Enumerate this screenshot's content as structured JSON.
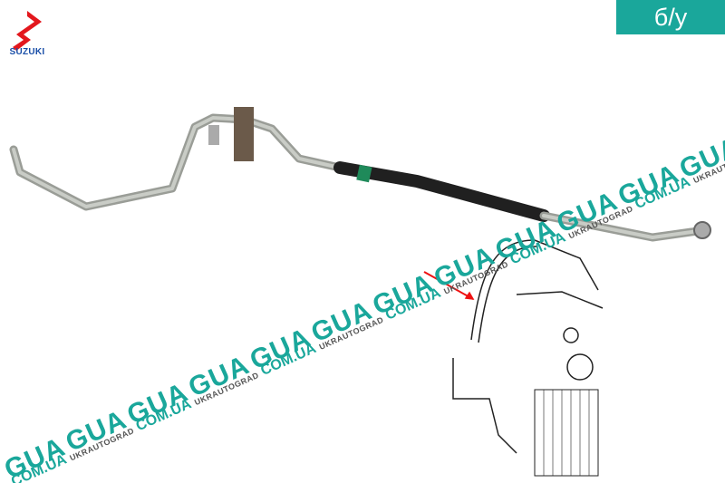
{
  "brand": {
    "logo_text": "SUZUKI",
    "logo_color": "#e3171d"
  },
  "badge": {
    "label": "б/у",
    "color": "#1aa79b"
  },
  "watermark": {
    "big": "GUA",
    "domain": "COM.UA",
    "small": "UKRAUTOGRAD"
  },
  "product": {
    "icon": "ac-hose-pipe-photo",
    "diagram_icon": "ac-system-diagram"
  }
}
